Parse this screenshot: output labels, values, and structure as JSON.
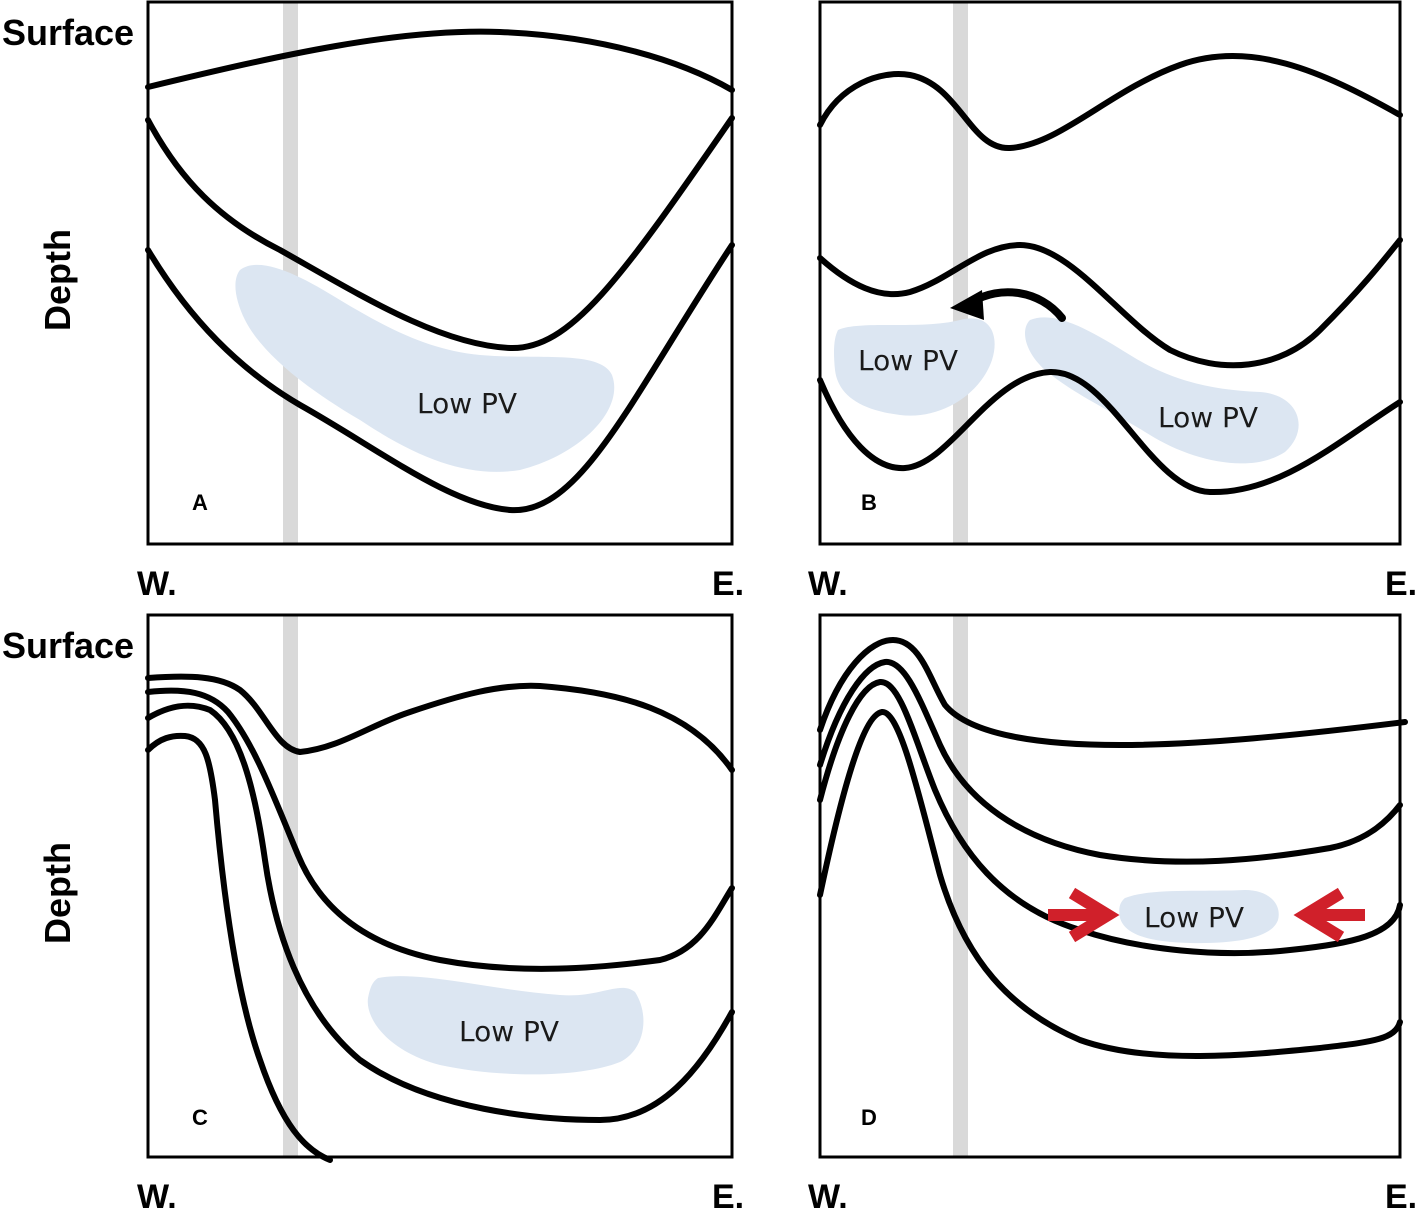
{
  "labels": {
    "surface": "Surface",
    "depth": "Depth",
    "west": "W.",
    "east": "E.",
    "low_pv": "Low PV"
  },
  "panels": [
    {
      "letter": "A"
    },
    {
      "letter": "B"
    },
    {
      "letter": "C"
    },
    {
      "letter": "D"
    }
  ],
  "colors": {
    "isopycnal": "#000000",
    "low_pv_fill": "#dce6f2",
    "reference_bar": "#d9d9d9",
    "convergence_arrow": "#d0202a",
    "advection_arrow": "#000000"
  }
}
